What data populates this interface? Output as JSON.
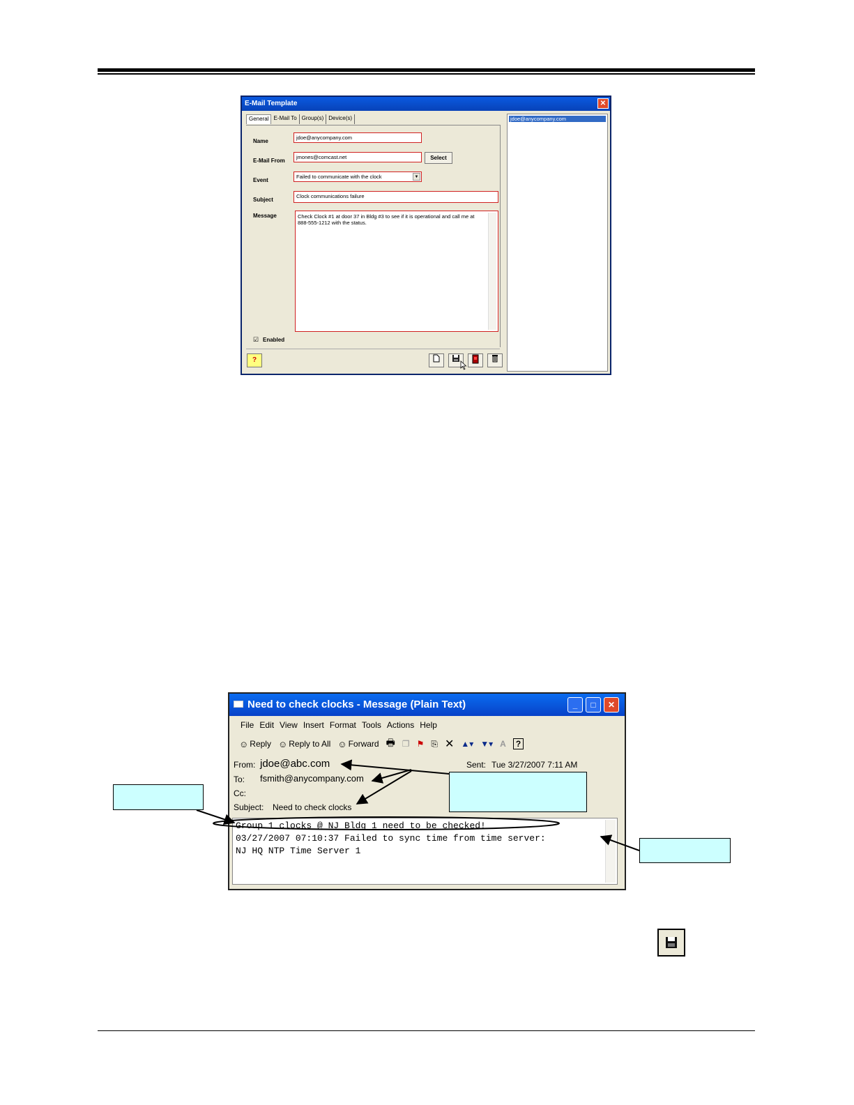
{
  "dialog": {
    "title": "E-Mail Template",
    "close_glyph": "✕",
    "tabs": [
      "General",
      "E-Mail To",
      "Group(s)",
      "Device(s)"
    ],
    "labels": {
      "name": "Name",
      "from": "E-Mail From",
      "event": "Event",
      "subject": "Subject",
      "message": "Message",
      "enabled": "Enabled"
    },
    "values": {
      "name": "jdoe@anycompany.com",
      "from": "jmones@comcast.net",
      "event": "Failed to communicate with the clock",
      "subject": "Clock communications failure",
      "message": "Check Clock #1 at door 37 in Bldg #3 to see if it is operational and call me at 888-555-1212 with the status."
    },
    "select_label": "Select",
    "enabled_check": "☑",
    "side_list": [
      "jdoe@anycompany.com"
    ],
    "help_glyph": "?"
  },
  "message_window": {
    "title": "Need to check clocks - Message (Plain Text)",
    "menu": [
      "File",
      "Edit",
      "View",
      "Insert",
      "Format",
      "Tools",
      "Actions",
      "Help"
    ],
    "toolbar": [
      "Reply",
      "Reply to All",
      "Forward"
    ],
    "from_label": "From:",
    "from_value": "jdoe@abc.com",
    "to_label": "To:",
    "to_value": "fsmith@anycompany.com",
    "cc_label": "Cc:",
    "subject_label": "Subject:",
    "subject_value": "Need to check clocks",
    "sent_label": "Sent:",
    "sent_value": "Tue 3/27/2007 7:11 AM",
    "body_lines": [
      "Group 1 clocks @ NJ Bldg 1 need to be checked!",
      "03/27/2007  07:10:37  Failed to sync time from time server:",
      "NJ HQ NTP Time Server 1"
    ]
  },
  "colors": {
    "callout_fill": "#ccffff",
    "field_border": "#d02020",
    "title_blue": "#0a5ae0"
  }
}
